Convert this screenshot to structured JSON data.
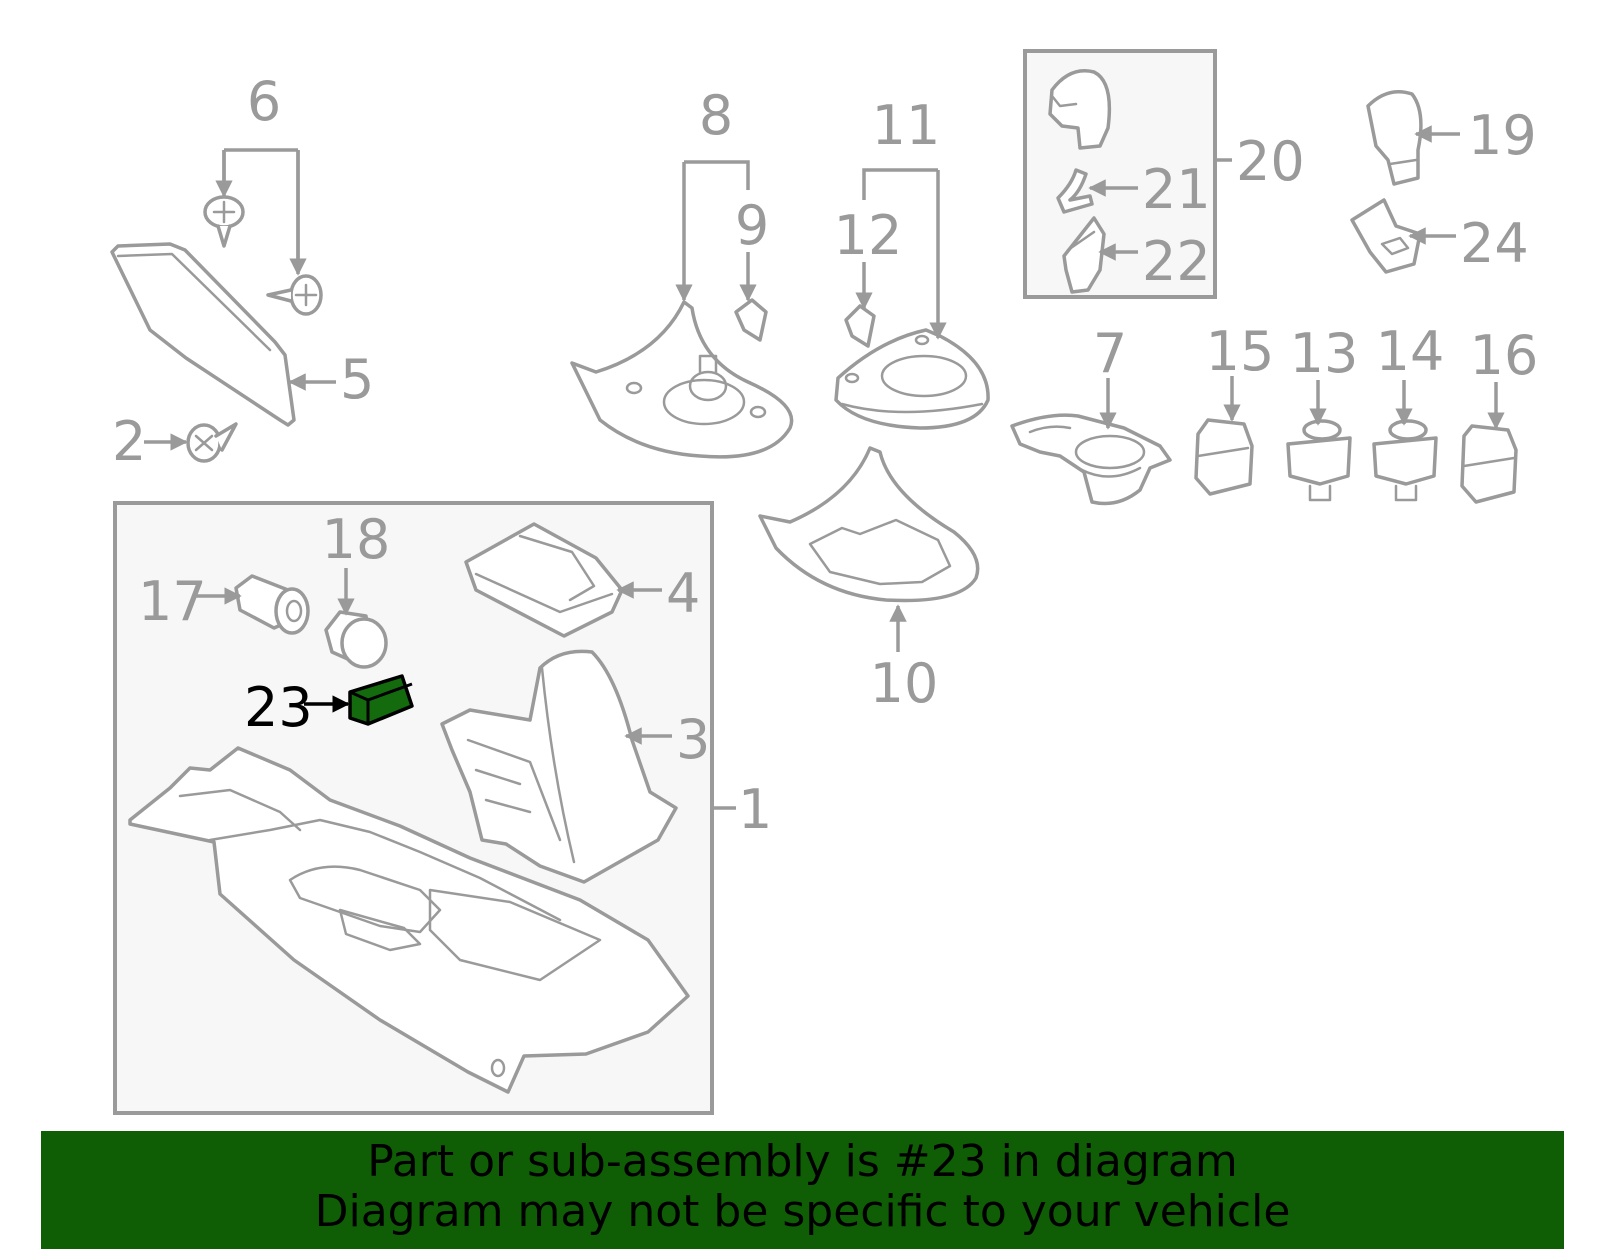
{
  "colors": {
    "line": "#9a9a9a",
    "highlight_part": "#136b0e",
    "banner_background": "#0f5e06",
    "banner_text": "#000000"
  },
  "callouts": {
    "c1": "1",
    "c2": "2",
    "c3": "3",
    "c4": "4",
    "c5": "5",
    "c6": "6",
    "c7": "7",
    "c8": "8",
    "c9": "9",
    "c10": "10",
    "c11": "11",
    "c12": "12",
    "c13": "13",
    "c14": "14",
    "c15": "15",
    "c16": "16",
    "c17": "17",
    "c18": "18",
    "c19": "19",
    "c20": "20",
    "c21": "21",
    "c22": "22",
    "c23": "23",
    "c24": "24"
  },
  "highlighted_callout": "23",
  "banner": {
    "line1": "Part or sub-assembly is #23 in diagram",
    "line2": "Diagram may not be specific to your vehicle"
  }
}
